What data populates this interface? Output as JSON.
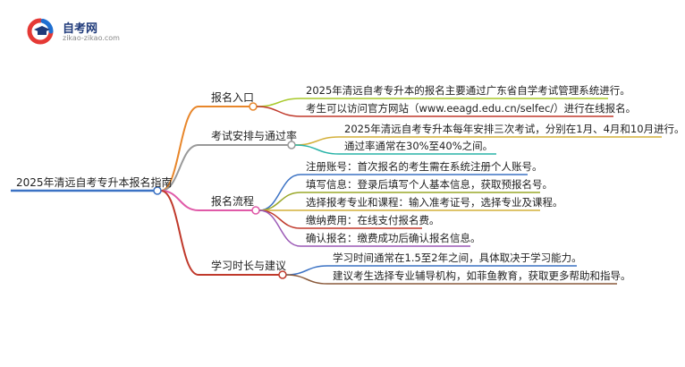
{
  "logo": {
    "title": "自考网",
    "url": "zikao-zikao.com"
  },
  "root": {
    "label": "2025年清远自考专升本报名指南",
    "color": "#3b72c4"
  },
  "branches": [
    {
      "label": "报名入口",
      "color": "#e8862a",
      "children": [
        {
          "label": "2025年清远自考专升本的报名主要通过广东省自学考试管理系统进行。",
          "color": "#a8c92a"
        },
        {
          "label": "考生可以访问官方网站（www.eeagd.edu.cn/selfec/）进行在线报名。",
          "color": "#c0392b"
        }
      ]
    },
    {
      "label": "考试安排与通过率",
      "color": "#999999",
      "children": [
        {
          "label": "2025年清远自考专升本每年安排三次考试，分别在1月、4月和10月进行。",
          "color": "#d4b03a"
        },
        {
          "label": "通过率通常在30%至40%之间。",
          "color": "#2ab3a8"
        }
      ]
    },
    {
      "label": "报名流程",
      "color": "#e05aa8",
      "children": [
        {
          "label": "注册账号：首次报名的考生需在系统注册个人账号。",
          "color": "#3b72c4"
        },
        {
          "label": "填写信息：登录后填写个人基本信息，获取预报名号。",
          "color": "#9aa82a"
        },
        {
          "label": "选择报考专业和课程：输入准考证号，选择专业及课程。",
          "color": "#d4b03a"
        },
        {
          "label": "缴纳费用：在线支付报名费。",
          "color": "#c0392b"
        },
        {
          "label": "确认报名：缴费成功后确认报名信息。",
          "color": "#9b59b6"
        }
      ]
    },
    {
      "label": "学习时长与建议",
      "color": "#c0392b",
      "children": [
        {
          "label": "学习时间通常在1.5至2年之间，具体取决于学习能力。",
          "color": "#3b72c4"
        },
        {
          "label": "建议考生选择专业辅导机构，如菲鱼教育，获取更多帮助和指导。",
          "color": "#8a5a3b"
        }
      ]
    }
  ]
}
